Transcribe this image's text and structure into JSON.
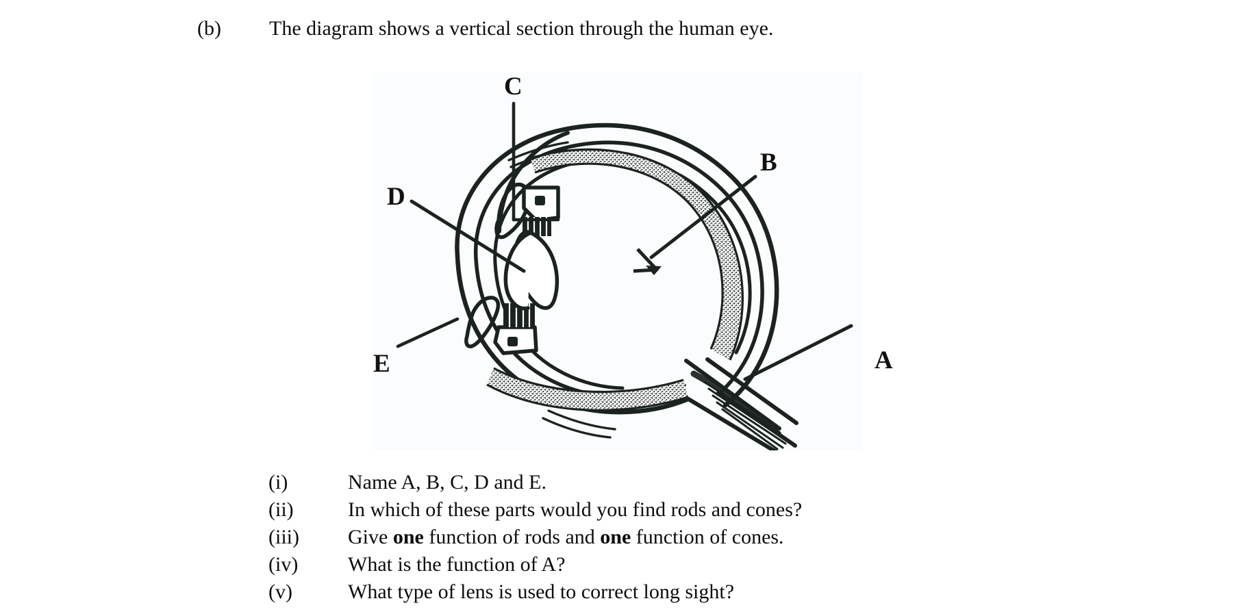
{
  "question": {
    "marker": "(b)",
    "stem": "The diagram shows a vertical section through the human eye."
  },
  "figure": {
    "caption_alt": "Hand-drawn vertical section through the human eye",
    "labels": [
      {
        "id": "A",
        "text": "A"
      },
      {
        "id": "B",
        "text": "B"
      },
      {
        "id": "C",
        "text": "C"
      },
      {
        "id": "D",
        "text": "D"
      },
      {
        "id": "E",
        "text": "E"
      }
    ],
    "ink_color": "#1b2320",
    "paper_color": "#fbfcfd"
  },
  "sub_questions": [
    {
      "num": "(i)",
      "prefix": "Name A, B, C, D and E.",
      "bold1": "",
      "mid": "",
      "bold2": "",
      "suffix": ""
    },
    {
      "num": "(ii)",
      "prefix": "In which of these parts would you find rods and cones?",
      "bold1": "",
      "mid": "",
      "bold2": "",
      "suffix": ""
    },
    {
      "num": "(iii)",
      "prefix": "Give ",
      "bold1": "one",
      "mid": " function of rods and ",
      "bold2": "one",
      "suffix": " function of cones."
    },
    {
      "num": "(iv)",
      "prefix": "What is the function of A?",
      "bold1": "",
      "mid": "",
      "bold2": "",
      "suffix": ""
    },
    {
      "num": "(v)",
      "prefix": "What type of lens is used to correct long sight?",
      "bold1": "",
      "mid": "",
      "bold2": "",
      "suffix": ""
    }
  ]
}
